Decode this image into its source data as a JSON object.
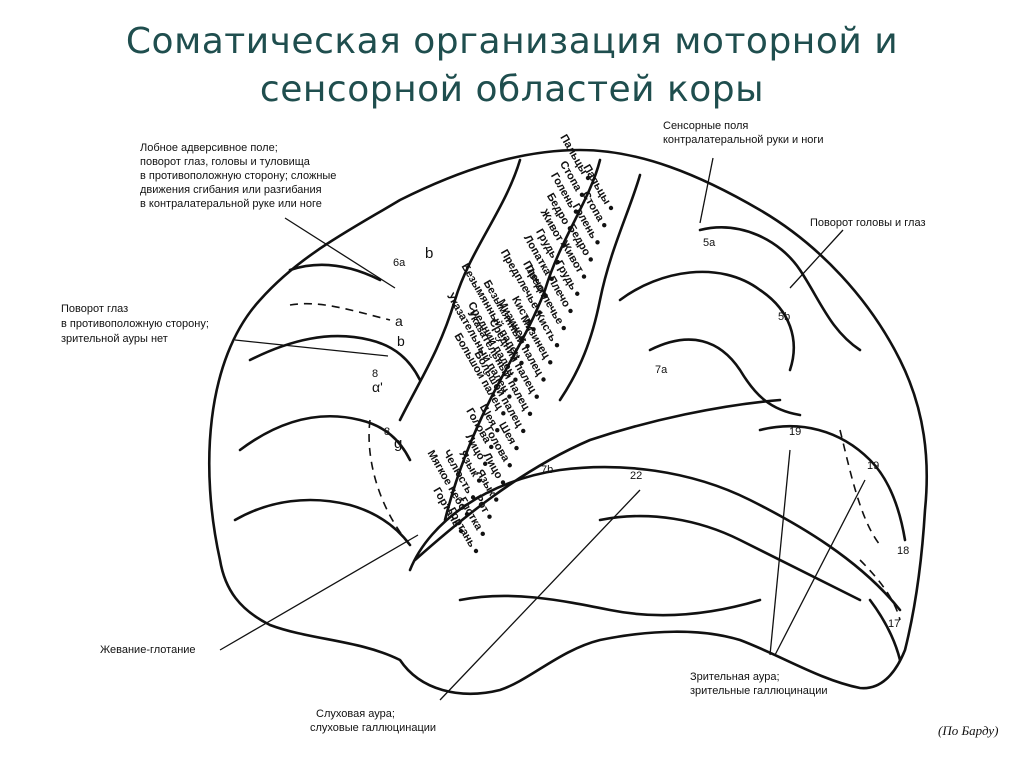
{
  "title": {
    "line1": "Соматическая организация моторной и",
    "line2": "сенсорной областей коры"
  },
  "callouts": {
    "frontal": [
      "Лобное адверсивное поле;",
      "поворот глаз, головы и туловища",
      "в противоположную сторону; сложные",
      "движения сгибания или разгибания",
      "в контралатеральной руке или ноге"
    ],
    "eyes": [
      "Поворот глаз",
      "в противоположную сторону;",
      "зрительной ауры нет"
    ],
    "chewing": "Жевание-глотание",
    "sensory": [
      "Сенсорные поля",
      "контралатеральной руки и ноги"
    ],
    "head_eyes": "Поворот головы и глаз",
    "visual_aura": [
      "Зрительная аура;",
      "зрительные галлюцинации"
    ],
    "auditory_aura": [
      "Слуховая аура;",
      "слуховые галлюцинации"
    ]
  },
  "area_labels": {
    "a6a": "6a",
    "b_top": "b",
    "a": "a",
    "b": "b",
    "a8_1": "8",
    "a_prime": "α'",
    "a8_2": "8",
    "g": "g",
    "a5a": "5a",
    "a5b": "5b",
    "a7a": "7a",
    "a7b": "7b",
    "a22": "22",
    "a19_1": "19",
    "a19_2": "19",
    "a18": "18",
    "a17": "17"
  },
  "motor_strip": [
    "Пальцы",
    "Стопа",
    "Голень",
    "Бедро",
    "Живот",
    "Грудь",
    "Лопатка",
    "Плечо",
    "Предплечье",
    "Кисть",
    "Мизинец",
    "Безымянный палец",
    "Средний палец",
    "Указательный палец",
    "Большой палец",
    "Шея",
    "Голова",
    "Лицо",
    "Язык",
    "Челюсть",
    "Мягкое небо",
    "Гортань"
  ],
  "sensory_strip": [
    "Пальцы",
    "Стопа",
    "Голень",
    "Бедро",
    "Живот",
    "Грудь",
    "Плечо",
    "Предплечье",
    "Кисть",
    "Мизинец",
    "Безымянный палец",
    "Средний палец",
    "Указательный палец",
    "Большой палец",
    "Шея",
    "Голова",
    "Лицо",
    "Язык",
    "Рот",
    "Глотка",
    "Гортань"
  ],
  "credit": "(По Барду)"
}
